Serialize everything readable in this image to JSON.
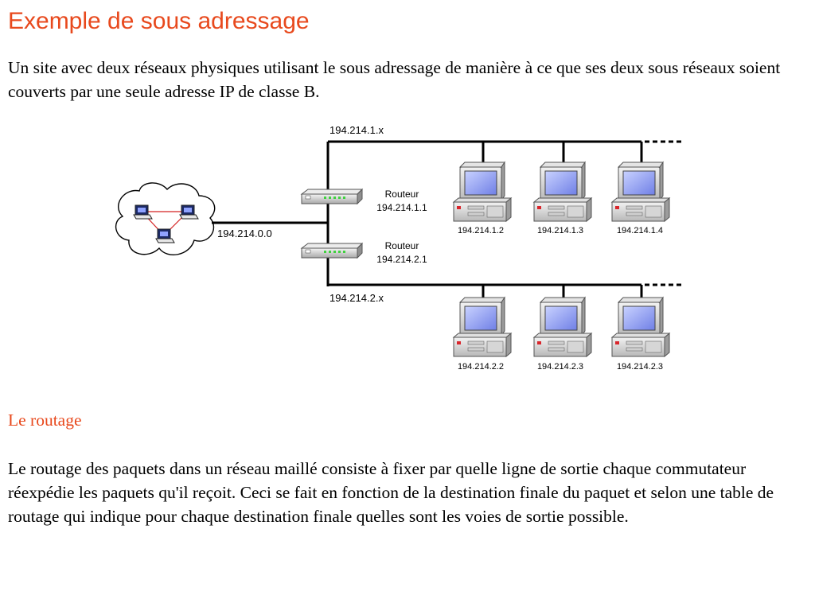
{
  "slide": {
    "title": "Exemple de sous adressage",
    "intro": "Un site avec deux réseaux physiques utilisant le sous adressage de manière à ce que ses deux sous réseaux soient couverts par une seule adresse IP de classe B.",
    "section_title": "Le routage",
    "body": "Le routage des paquets dans un réseau maillé consiste à fixer par quelle ligne de sortie chaque commutateur réexpédie les paquets qu'il reçoit. Ceci se fait en fonction de la destination finale du paquet et selon une table de routage qui indique pour chaque destination finale quelles sont les voies de sortie possible."
  },
  "diagram": {
    "external_network": {
      "label": "194.214.0.0",
      "icon": "cloud-network-icon"
    },
    "subnet_1": {
      "label": "194.214.1.x"
    },
    "subnet_2": {
      "label": "194.214.2.x"
    },
    "router_1": {
      "name": "Routeur",
      "ip": "194.214.1.1",
      "icon": "router-icon"
    },
    "router_2": {
      "name": "Routeur",
      "ip": "194.214.2.1",
      "icon": "router-icon"
    },
    "hosts_subnet_1": [
      "194.214.1.2",
      "194.214.1.3",
      "194.214.1.4"
    ],
    "hosts_subnet_2": [
      "194.214.2.2",
      "194.214.2.3",
      "194.214.2.3"
    ]
  }
}
